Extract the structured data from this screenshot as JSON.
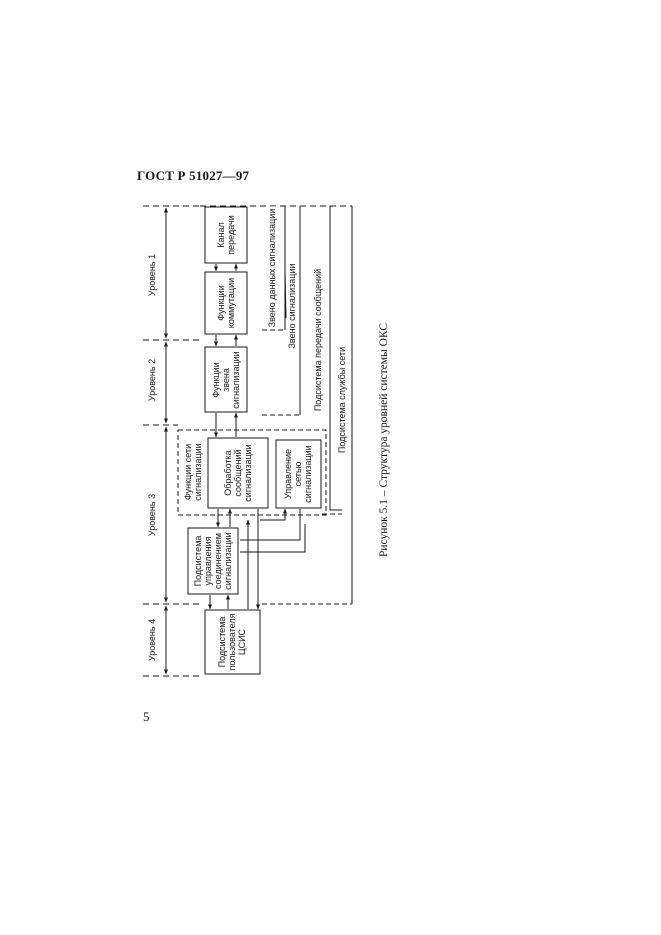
{
  "document": {
    "header": "ГОСТ Р 51027—97",
    "page_number": "5",
    "caption": "Рисунок 5.1 – Структура уровней системы ОКС"
  },
  "diagram": {
    "levels": [
      "Уровень 1",
      "Уровень 2",
      "Уровень 3",
      "Уровень 4"
    ],
    "blocks": {
      "channel": "Канал\nпередачи",
      "switching": "Функции\nкоммутации",
      "link": "Функции\nзвена\nсигнализации",
      "network_functions": "Функции сети\nсигнализации",
      "message_processing": "Обработка\nсообщений\nсигнализации",
      "network_management": "Управление\nсетью\nсигнализации",
      "sccp": "Подсистема\nуправления\nсоединением\nсигнализации",
      "isdn_user": "Подсистема\nпользователя\nЦСИС"
    },
    "lines": {
      "data_link": "Звено данных сигнализации",
      "signalling_link": "Звено сигнализации",
      "mtp": "Подсистема передачи сообщений",
      "network_service": "Подсистема службы сети"
    }
  }
}
